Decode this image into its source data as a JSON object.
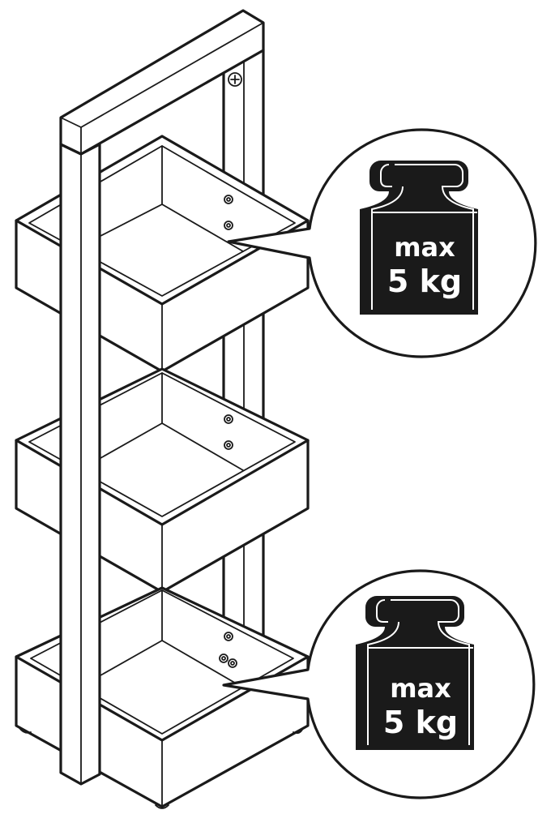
{
  "figure": {
    "subject": "3-tier square basket shelf stand (line drawing)",
    "colors": {
      "line": "#1a1a1a",
      "background": "#ffffff",
      "weight_fill": "#1a1a1a",
      "weight_text": "#ffffff"
    }
  },
  "callouts": [
    {
      "id": "top-shelf-load",
      "icon": "weight-icon",
      "line1": "max",
      "line2": "5 kg"
    },
    {
      "id": "bottom-shelf-load",
      "icon": "weight-icon",
      "line1": "max",
      "line2": "5 kg"
    }
  ]
}
